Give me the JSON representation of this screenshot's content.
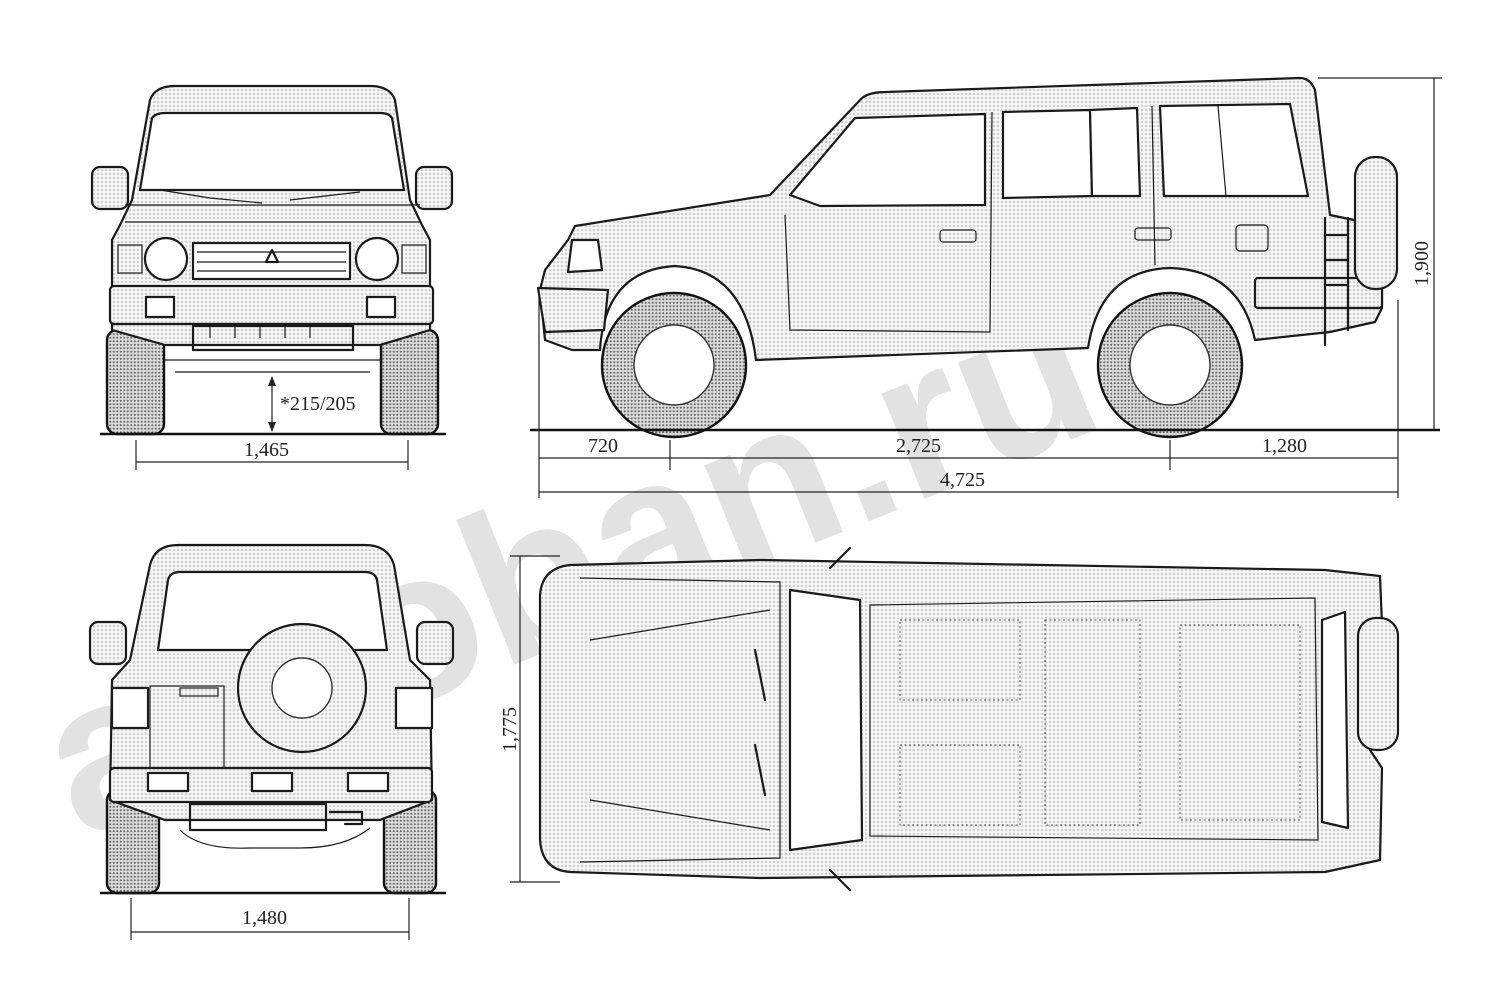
{
  "drawing": {
    "views": [
      "front",
      "side",
      "rear",
      "top"
    ]
  },
  "dimensions": {
    "ground_clearance": "*215/205",
    "front_track": "1,465",
    "front_overhang": "720",
    "wheelbase": "2,725",
    "rear_overhang": "1,280",
    "overall_length": "4,725",
    "overall_height": "1,900",
    "overall_width": "1,775",
    "rear_track": "1,480"
  },
  "watermark": {
    "text": "autoban.ru"
  }
}
